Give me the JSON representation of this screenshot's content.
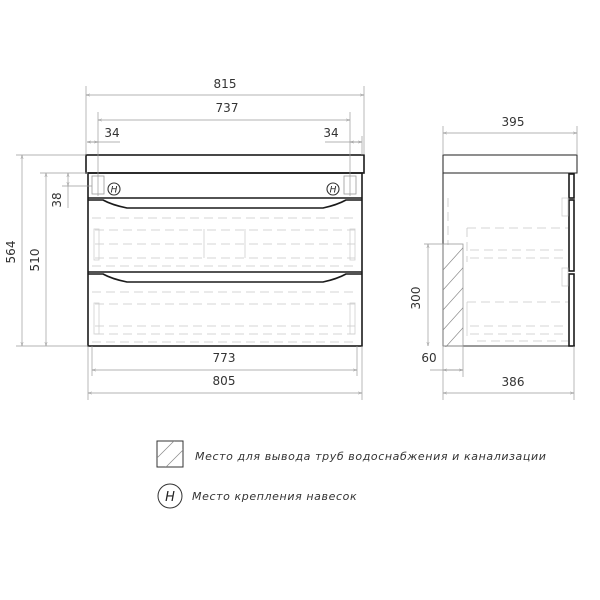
{
  "front_view": {
    "dims": {
      "overall_width": "815",
      "top_inner": "737",
      "left_offset": "34",
      "right_offset": "34",
      "overall_height": "564",
      "body_height": "510",
      "hanger_offset": "38",
      "bottom_inner": "773",
      "bottom_overall": "805"
    },
    "hanger_marks": [
      "H",
      "H"
    ]
  },
  "side_view": {
    "dims": {
      "top_depth": "395",
      "pipe_zone_height": "300",
      "pipe_zone_depth": "60",
      "body_depth": "386"
    }
  },
  "legend": {
    "items": [
      {
        "symbol": "hatched-square",
        "label": "Место для вывода труб водоснабжения и канализации"
      },
      {
        "symbol": "H",
        "label": "Место крепления навесок"
      }
    ]
  },
  "colors": {
    "line": "#1a1a1a",
    "dimension": "#9a9a9a",
    "hidden": "#c8c8c8",
    "text": "#333333"
  }
}
